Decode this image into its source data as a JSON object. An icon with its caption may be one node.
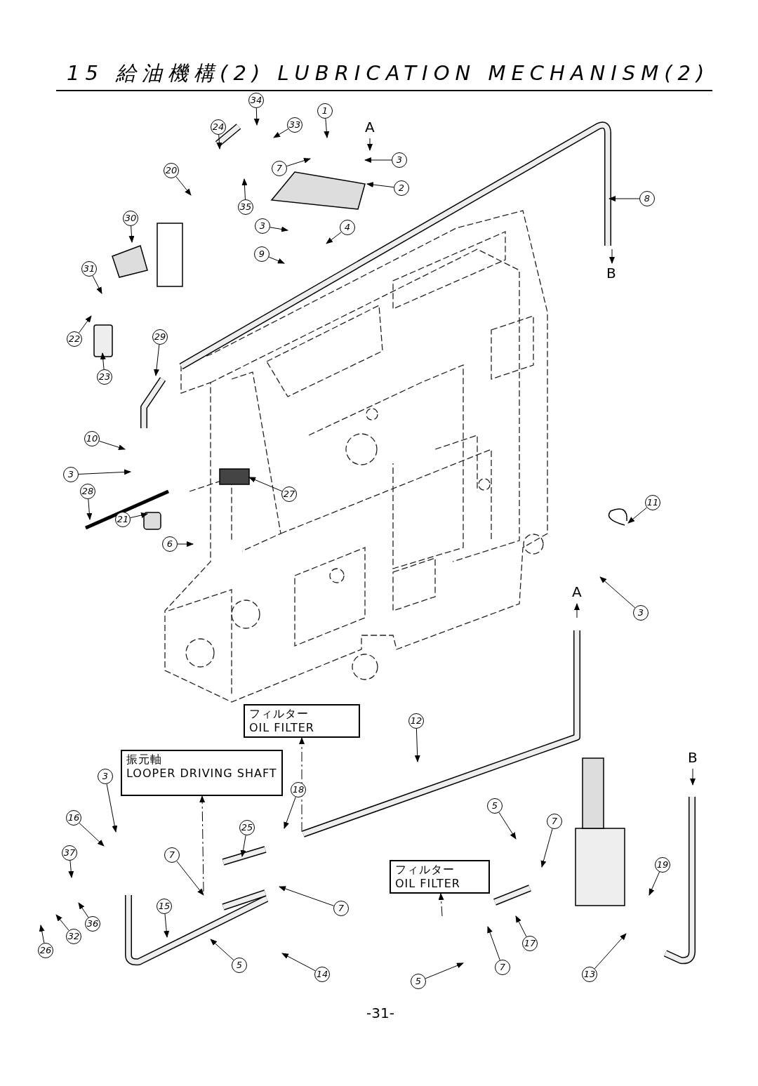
{
  "diagram": {
    "title": "15 給油機構(2) LUBRICATION MECHANISM(2)",
    "nodes": [
      {
        "text": [
          "34"
        ]
      },
      {
        "text": [
          "1"
        ]
      },
      {
        "text": [
          "24"
        ]
      },
      {
        "text": [
          "33"
        ]
      },
      {
        "text": [
          "7"
        ]
      },
      {
        "text": [
          "3"
        ]
      },
      {
        "text": [
          "20"
        ]
      },
      {
        "text": [
          "2"
        ]
      },
      {
        "text": [
          "8"
        ]
      },
      {
        "text": [
          "35"
        ]
      },
      {
        "text": [
          "30"
        ]
      },
      {
        "text": [
          "3"
        ]
      },
      {
        "text": [
          "4"
        ]
      },
      {
        "text": [
          "9"
        ]
      },
      {
        "text": [
          "31"
        ]
      },
      {
        "text": [
          "29"
        ]
      },
      {
        "text": [
          "22"
        ]
      },
      {
        "text": [
          "23"
        ]
      },
      {
        "text": [
          "10"
        ]
      },
      {
        "text": [
          "3"
        ]
      },
      {
        "text": [
          "28"
        ]
      },
      {
        "text": [
          "27"
        ]
      },
      {
        "text": [
          "11"
        ]
      },
      {
        "text": [
          "21"
        ]
      },
      {
        "text": [
          "6"
        ]
      },
      {
        "text": [
          "3"
        ]
      },
      {
        "text": [
          "12"
        ]
      },
      {
        "text": [
          "フィルター",
          "OIL FILTER"
        ]
      },
      {
        "text": [
          "振元軸",
          "LOOPER DRIVING SHAFT"
        ]
      },
      {
        "text": [
          "3"
        ]
      },
      {
        "text": [
          "18"
        ]
      },
      {
        "text": [
          "16"
        ]
      },
      {
        "text": [
          "5"
        ]
      },
      {
        "text": [
          "7"
        ]
      },
      {
        "text": [
          "25"
        ]
      },
      {
        "text": [
          "37"
        ]
      },
      {
        "text": [
          "7"
        ]
      },
      {
        "text": [
          "フィルター",
          "OIL FILTER"
        ]
      },
      {
        "text": [
          "19"
        ]
      },
      {
        "text": [
          "15"
        ]
      },
      {
        "text": [
          "7"
        ]
      },
      {
        "text": [
          "36"
        ]
      },
      {
        "text": [
          "32"
        ]
      },
      {
        "text": [
          "17"
        ]
      },
      {
        "text": [
          "26"
        ]
      },
      {
        "text": [
          "5"
        ]
      },
      {
        "text": [
          "14"
        ]
      },
      {
        "text": [
          "5"
        ]
      },
      {
        "text": [
          "7"
        ]
      },
      {
        "text": [
          "13"
        ]
      }
    ],
    "edges": [
      {
        "from": 0,
        "to": null,
        "arrow": "to"
      },
      {
        "from": 1,
        "to": null,
        "arrow": "to"
      },
      {
        "from": 2,
        "to": null,
        "arrow": "to"
      },
      {
        "from": 3,
        "to": null,
        "arrow": "to"
      },
      {
        "from": 4,
        "to": null,
        "arrow": "to"
      },
      {
        "from": 5,
        "to": null,
        "arrow": "to"
      },
      {
        "from": 6,
        "to": null,
        "arrow": "to"
      },
      {
        "from": 7,
        "to": null,
        "arrow": "to"
      },
      {
        "from": 8,
        "to": null,
        "arrow": "to"
      },
      {
        "from": 9,
        "to": null,
        "arrow": "to"
      },
      {
        "from": 10,
        "to": null,
        "arrow": "to"
      },
      {
        "from": 11,
        "to": null,
        "arrow": "to"
      },
      {
        "from": 12,
        "to": null,
        "arrow": "to"
      },
      {
        "from": 13,
        "to": null,
        "arrow": "to"
      },
      {
        "from": 14,
        "to": null,
        "arrow": "to"
      },
      {
        "from": 15,
        "to": null,
        "arrow": "to"
      },
      {
        "from": 16,
        "to": null,
        "arrow": "to"
      },
      {
        "from": 17,
        "to": null,
        "arrow": "to"
      },
      {
        "from": 18,
        "to": null,
        "arrow": "to"
      },
      {
        "from": 19,
        "to": null,
        "arrow": "to"
      },
      {
        "from": 20,
        "to": null,
        "arrow": "to"
      },
      {
        "from": 21,
        "to": null,
        "arrow": "to"
      },
      {
        "from": 22,
        "to": null,
        "arrow": "to"
      },
      {
        "from": 23,
        "to": null,
        "arrow": "to"
      },
      {
        "from": 24,
        "to": null,
        "arrow": "to"
      },
      {
        "from": 25,
        "to": null,
        "arrow": "to"
      },
      {
        "from": 26,
        "to": null,
        "arrow": "to"
      },
      {
        "from": 29,
        "to": null,
        "arrow": "to"
      },
      {
        "from": 30,
        "to": null,
        "arrow": "to"
      },
      {
        "from": 31,
        "to": null,
        "arrow": "to"
      },
      {
        "from": 32,
        "to": null,
        "arrow": "to"
      },
      {
        "from": 33,
        "to": null,
        "arrow": "to"
      },
      {
        "from": 34,
        "to": null,
        "arrow": "to"
      },
      {
        "from": 35,
        "to": null,
        "arrow": "to"
      },
      {
        "from": 36,
        "to": null,
        "arrow": "to"
      },
      {
        "from": 38,
        "to": null,
        "arrow": "to"
      },
      {
        "from": 39,
        "to": null,
        "arrow": "to"
      },
      {
        "from": 40,
        "to": null,
        "arrow": "to"
      },
      {
        "from": 41,
        "to": null,
        "arrow": "to"
      },
      {
        "from": 42,
        "to": null,
        "arrow": "to"
      },
      {
        "from": 43,
        "to": null,
        "arrow": "to"
      },
      {
        "from": 44,
        "to": null,
        "arrow": "to"
      },
      {
        "from": 45,
        "to": null,
        "arrow": "to"
      },
      {
        "from": 46,
        "to": null,
        "arrow": "to"
      },
      {
        "from": 47,
        "to": null,
        "arrow": "to"
      },
      {
        "from": 48,
        "to": null,
        "arrow": "to"
      },
      {
        "from": 49,
        "to": null,
        "arrow": "to"
      },
      {
        "from": null,
        "to": 27,
        "arrow": "to",
        "style": "dashed"
      },
      {
        "from": null,
        "to": 28,
        "arrow": "to",
        "style": "dashed"
      },
      {
        "from": null,
        "to": 37,
        "arrow": "to",
        "style": "dashed"
      }
    ],
    "labels": [
      "A",
      "B",
      "A",
      "B",
      "-31-"
    ]
  }
}
